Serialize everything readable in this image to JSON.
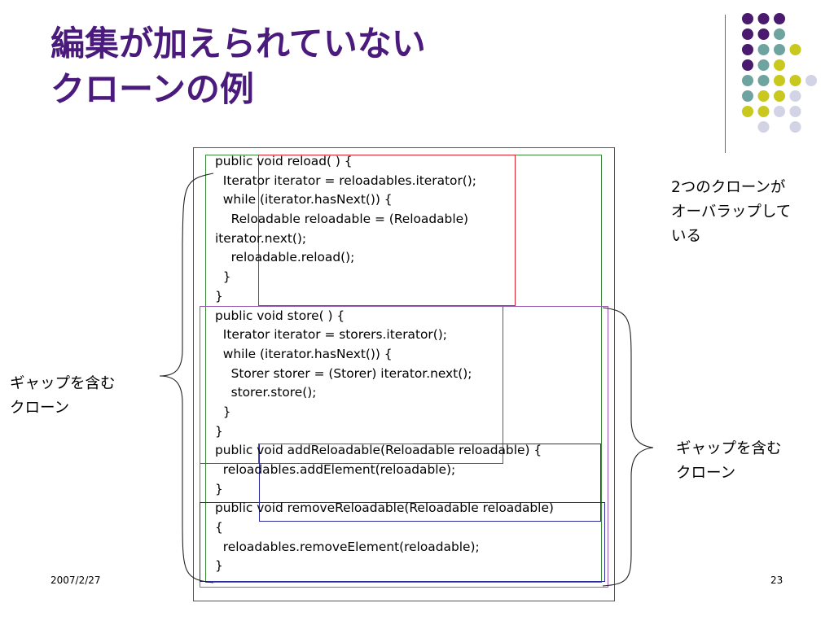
{
  "slide": {
    "title_lines": [
      "編集が加えられていない",
      "クローンの例"
    ],
    "code_lines": [
      "public void reload( ) {",
      "  Iterator iterator = reloadables.iterator();",
      "  while (iterator.hasNext()) {",
      "    Reloadable reloadable = (Reloadable)",
      "iterator.next();",
      "    reloadable.reload();",
      "  }",
      "}",
      "public void store( ) {",
      "  Iterator iterator = storers.iterator();",
      "  while (iterator.hasNext()) {",
      "    Storer storer = (Storer) iterator.next();",
      "    storer.store();",
      "  }",
      "}",
      "public void addReloadable(Reloadable reloadable) {",
      "  reloadables.addElement(reloadable);",
      "}",
      "public void removeReloadable(Reloadable reloadable)",
      "{",
      "  reloadables.removeElement(reloadable);",
      "}"
    ],
    "annotation_overlap": [
      "2つのクローンが",
      "オーバラップして",
      "いる"
    ],
    "annotation_gap_left": [
      "ギャップを含む",
      "クローン"
    ],
    "annotation_gap_right": [
      "ギャップを含む",
      "クローン"
    ],
    "footer_date": "2007/2/27",
    "page_number": "23"
  },
  "colors": {
    "title": "#4a1a7c",
    "green_box": "#3a8a3a",
    "red_box": "#e0202a",
    "purple_box": "#9b59b6",
    "blue_box": "#2a2a9a",
    "dot_purple": "#4a1a6e",
    "dot_teal": "#6fa3a0",
    "dot_yellow": "#c8c81e",
    "dot_lavender": "#d3d3e6"
  }
}
